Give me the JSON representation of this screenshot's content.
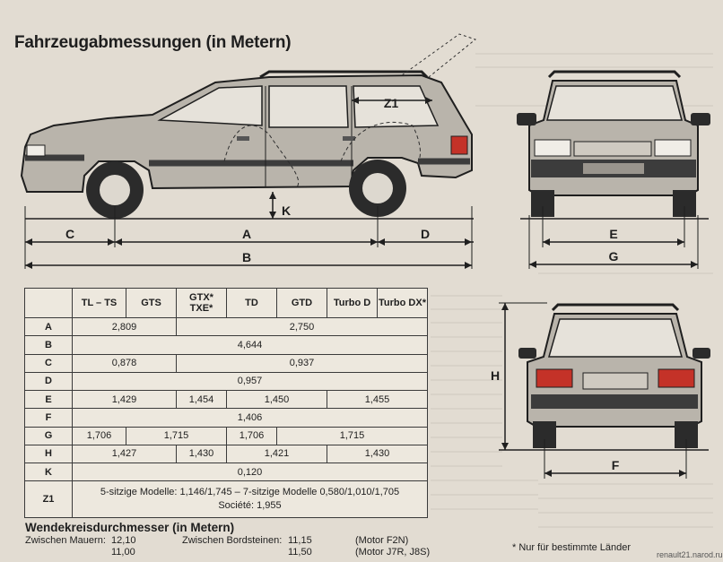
{
  "title": "Fahrzeugabmessungen (in Metern)",
  "views": {
    "side_labels": [
      "C",
      "A",
      "D",
      "B",
      "K",
      "Z1"
    ],
    "front_labels": [
      "E",
      "G"
    ],
    "rear_labels": [
      "H",
      "F"
    ]
  },
  "table": {
    "headers": [
      "TL – TS",
      "GTS",
      "GTX* TXE*",
      "TD",
      "GTD",
      "Turbo D",
      "Turbo DX*"
    ],
    "rows": [
      {
        "label": "A",
        "cells": [
          {
            "text": "2,809",
            "span": 2
          },
          {
            "text": "2,750",
            "span": 5
          }
        ]
      },
      {
        "label": "B",
        "cells": [
          {
            "text": "4,644",
            "span": 7
          }
        ]
      },
      {
        "label": "C",
        "cells": [
          {
            "text": "0,878",
            "span": 2
          },
          {
            "text": "0,937",
            "span": 5
          }
        ]
      },
      {
        "label": "D",
        "cells": [
          {
            "text": "0,957",
            "span": 7
          }
        ]
      },
      {
        "label": "E",
        "cells": [
          {
            "text": "1,429",
            "span": 2
          },
          {
            "text": "1,454",
            "span": 1
          },
          {
            "text": "1,450",
            "span": 2
          },
          {
            "text": "1,455",
            "span": 2
          }
        ]
      },
      {
        "label": "F",
        "cells": [
          {
            "text": "1,406",
            "span": 7
          }
        ]
      },
      {
        "label": "G",
        "cells": [
          {
            "text": "1,706",
            "span": 1
          },
          {
            "text": "1,715",
            "span": 2
          },
          {
            "text": "1,706",
            "span": 1
          },
          {
            "text": "1,715",
            "span": 3
          }
        ]
      },
      {
        "label": "H",
        "cells": [
          {
            "text": "1,427",
            "span": 2
          },
          {
            "text": "1,430",
            "span": 1
          },
          {
            "text": "1,421",
            "span": 2
          },
          {
            "text": "1,430",
            "span": 2
          }
        ]
      },
      {
        "label": "K",
        "cells": [
          {
            "text": "0,120",
            "span": 7
          }
        ]
      },
      {
        "label": "Z1",
        "cells": [
          {
            "text": "5-sitzige Modelle: 1,146/1,745 – 7-sitzige Modelle 0,580/1,010/1,705\nSociété: 1,955",
            "span": 7
          }
        ]
      }
    ]
  },
  "turning": {
    "title": "Wendekreisdurchmesser (in Metern)",
    "zwischen_mauern_label": "Zwischen Mauern:",
    "zwischen_mauern_1": "12,10",
    "zwischen_mauern_2": "11,00",
    "zwischen_bordsteinen_label": "Zwischen Bordsteinen:",
    "zwischen_bordsteinen_1": "11,15",
    "zwischen_bordsteinen_2": "11,50",
    "motor_1": "(Motor F2N)",
    "motor_2": "(Motor J7R, J8S)"
  },
  "footnote": "* Nur für bestimmte Länder",
  "watermark": "renault21.narod.ru"
}
